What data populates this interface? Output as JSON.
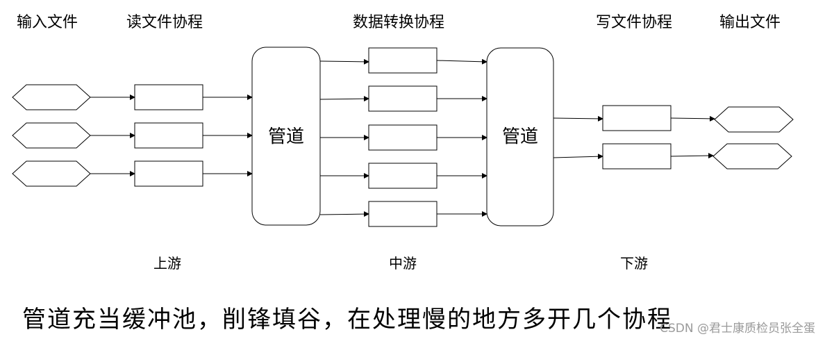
{
  "headers": {
    "input_files": "输入文件",
    "read_coroutine": "读文件协程",
    "convert_coroutine": "数据转换协程",
    "write_coroutine": "写文件协程",
    "output_files": "输出文件"
  },
  "pipe_label": "管道",
  "streams": {
    "upstream": "上游",
    "midstream": "中游",
    "downstream": "下游"
  },
  "caption": "管道充当缓冲池，削锋填谷，在处理慢的地方多开几个协程",
  "watermark": "CSDN @君士康质检员张全蛋",
  "colors": {
    "stroke": "#000000",
    "background": "#ffffff"
  }
}
